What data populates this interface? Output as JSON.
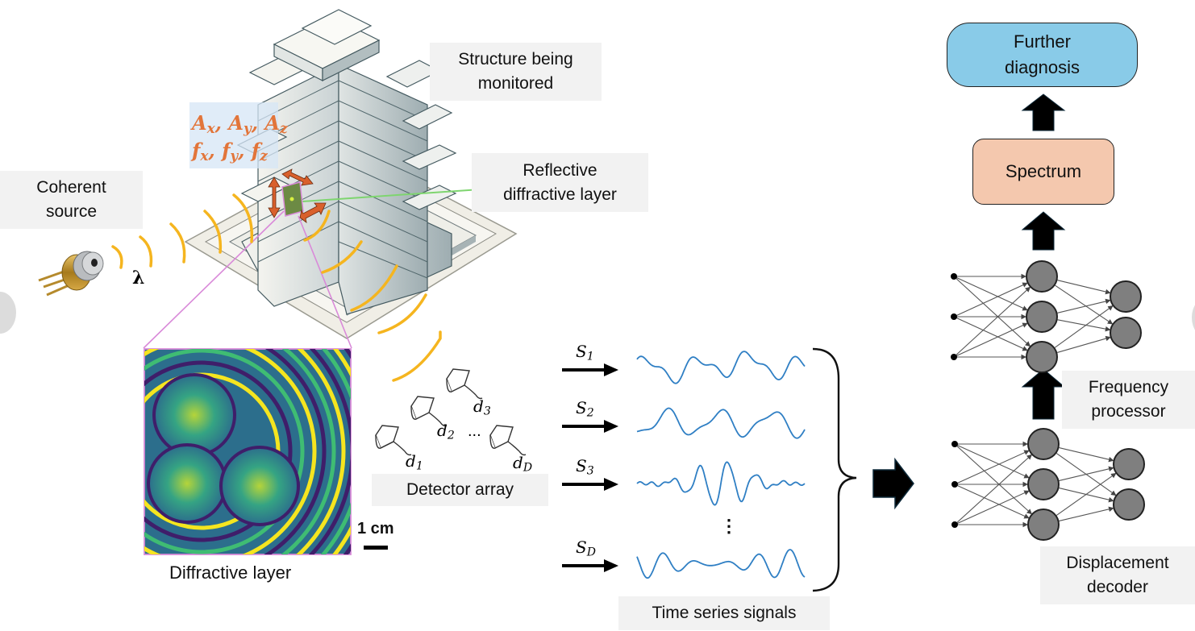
{
  "labels": {
    "coherent_source": [
      "Coherent",
      "source"
    ],
    "structure": [
      "Structure being",
      "monitored"
    ],
    "reflective_layer": [
      "Reflective",
      "diffractive layer"
    ],
    "diffractive_layer": "Diffractive layer",
    "scale_bar": "1 cm",
    "detector_array": "Detector array",
    "time_series": "Time series signals",
    "frequency_processor": [
      "Frequency",
      "processor"
    ],
    "displacement_decoder": [
      "Displacement",
      "decoder"
    ],
    "spectrum": "Spectrum",
    "further_diagnosis": [
      "Further",
      "diagnosis"
    ],
    "wavelength": "λ"
  },
  "parameters": {
    "amplitudes": {
      "base": "A",
      "subs": [
        "x",
        "y",
        "z"
      ]
    },
    "frequencies": {
      "base": "f",
      "subs": [
        "x",
        "y",
        "z"
      ]
    }
  },
  "detectors": [
    {
      "base": "d",
      "sub": "1"
    },
    {
      "base": "d",
      "sub": "2"
    },
    {
      "base": "d",
      "sub": "3"
    },
    {
      "base": "d",
      "sub": "D"
    }
  ],
  "detector_ellipsis": "...",
  "signals": [
    {
      "base": "S",
      "sub": "1"
    },
    {
      "base": "S",
      "sub": "2"
    },
    {
      "base": "S",
      "sub": "3"
    },
    {
      "base": "S",
      "sub": "D"
    }
  ],
  "signal_ellipsis": "⋮",
  "colors": {
    "further_diagnosis_fill": "#89cbe8",
    "spectrum_fill": "#f4c8ae",
    "signal_line": "#2f7fc4",
    "wave_orange": "#f5b51f",
    "param_orange": "#e2753a",
    "arrow_orange": "#d9602c",
    "neuron_fill": "#7f7f7f",
    "label_bg": "#f2f2f2",
    "reflect_line": "#7ed56f",
    "zoom_line": "#d98ad9"
  }
}
